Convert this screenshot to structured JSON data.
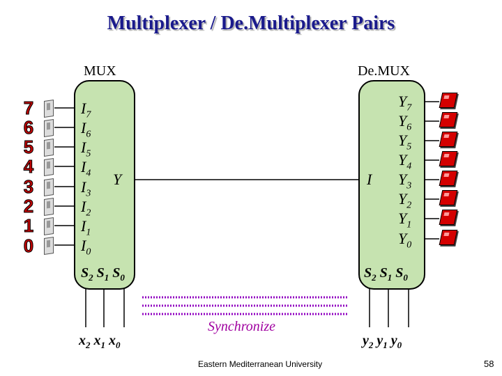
{
  "title": "Multiplexer / De.Multiplexer Pairs",
  "mux": {
    "label": "MUX",
    "inputs": [
      {
        "base": "I",
        "sub": "7"
      },
      {
        "base": "I",
        "sub": "6"
      },
      {
        "base": "I",
        "sub": "5"
      },
      {
        "base": "I",
        "sub": "4"
      },
      {
        "base": "I",
        "sub": "3"
      },
      {
        "base": "I",
        "sub": "2"
      },
      {
        "base": "I",
        "sub": "1"
      },
      {
        "base": "I",
        "sub": "0"
      }
    ],
    "output": "Y",
    "selects": [
      {
        "base": "S",
        "sub": "2"
      },
      {
        "base": "S",
        "sub": "1"
      },
      {
        "base": "S",
        "sub": "0"
      }
    ],
    "select_inputs": [
      {
        "base": "x",
        "sub": "2"
      },
      {
        "base": "x",
        "sub": "1"
      },
      {
        "base": "x",
        "sub": "0"
      }
    ]
  },
  "demux": {
    "label": "De.MUX",
    "input": "I",
    "outputs": [
      {
        "base": "Y",
        "sub": "7"
      },
      {
        "base": "Y",
        "sub": "6"
      },
      {
        "base": "Y",
        "sub": "5"
      },
      {
        "base": "Y",
        "sub": "4"
      },
      {
        "base": "Y",
        "sub": "3"
      },
      {
        "base": "Y",
        "sub": "2"
      },
      {
        "base": "Y",
        "sub": "1"
      },
      {
        "base": "Y",
        "sub": "0"
      }
    ],
    "selects": [
      {
        "base": "S",
        "sub": "2"
      },
      {
        "base": "S",
        "sub": "1"
      },
      {
        "base": "S",
        "sub": "0"
      }
    ],
    "select_inputs": [
      {
        "base": "y",
        "sub": "2"
      },
      {
        "base": "y",
        "sub": "1"
      },
      {
        "base": "y",
        "sub": "0"
      }
    ]
  },
  "input_digits": [
    "7",
    "6",
    "5",
    "4",
    "3",
    "2",
    "1",
    "0"
  ],
  "synchronize_label": "Synchronize",
  "colors": {
    "title": "#1a1a8c",
    "box_fill": "#c6e3b0",
    "sync_text": "#a000a0",
    "sync_dots": "#9000c0",
    "lamp": "#d40000",
    "digit": "#c00000"
  },
  "footer": "Eastern Mediterranean University",
  "page_number": "58"
}
